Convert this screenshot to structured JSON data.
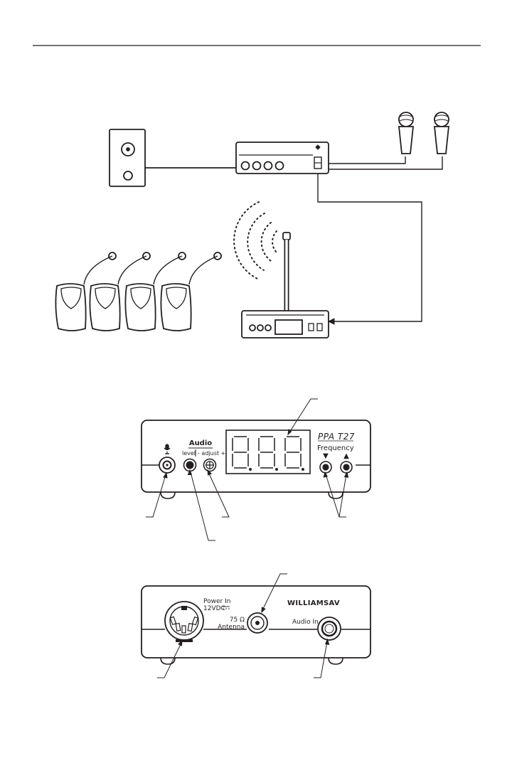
{
  "front_panel": {
    "audio_heading": "Audio",
    "level_label": "level",
    "adjust_label": "- adjust +",
    "model_label": "PPA T27",
    "frequency_label": "Frequency",
    "down_symbol": "▼",
    "up_symbol": "▲"
  },
  "rear_panel": {
    "power_label_line1": "Power In",
    "power_label_line2": "12VDC",
    "antenna_label_line1": "75 Ω",
    "antenna_label_line2": "Antenna",
    "brand": "WILLIAMSAV",
    "audio_in_label": "Audio In"
  },
  "icons": [
    "microphone-icon",
    "speaker-icon",
    "antenna-icon",
    "radio-waves-icon",
    "receiver-icon"
  ]
}
